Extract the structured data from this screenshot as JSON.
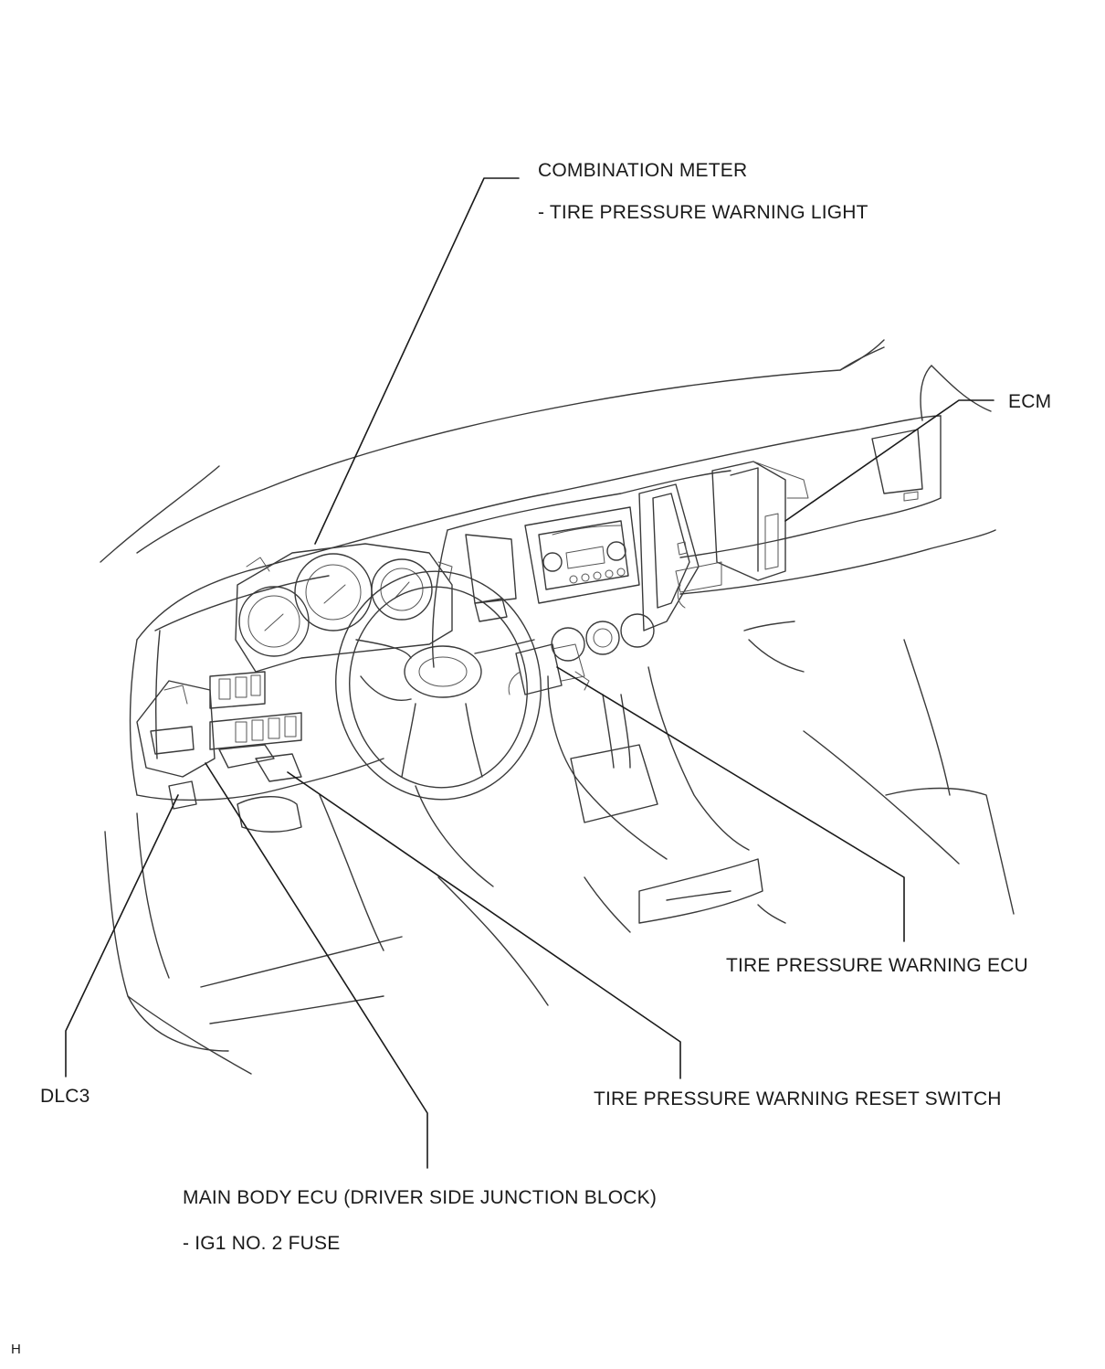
{
  "labels": {
    "combination_meter": "COMBINATION METER",
    "combination_meter_sub": "- TIRE PRESSURE WARNING LIGHT",
    "ecm": "ECM",
    "tire_pressure_warning_ecu": "TIRE PRESSURE WARNING ECU",
    "dlc3": "DLC3",
    "tire_pressure_warning_reset_switch": "TIRE PRESSURE WARNING RESET SWITCH",
    "main_body_ecu": "MAIN BODY ECU (DRIVER SIDE JUNCTION BLOCK)",
    "main_body_ecu_sub": "- IG1 NO. 2 FUSE",
    "corner_code": "H"
  },
  "colors": {
    "line": "#3a3a3a",
    "leader": "#1a1a1a",
    "text": "#1a1a1a",
    "background": "#ffffff"
  }
}
